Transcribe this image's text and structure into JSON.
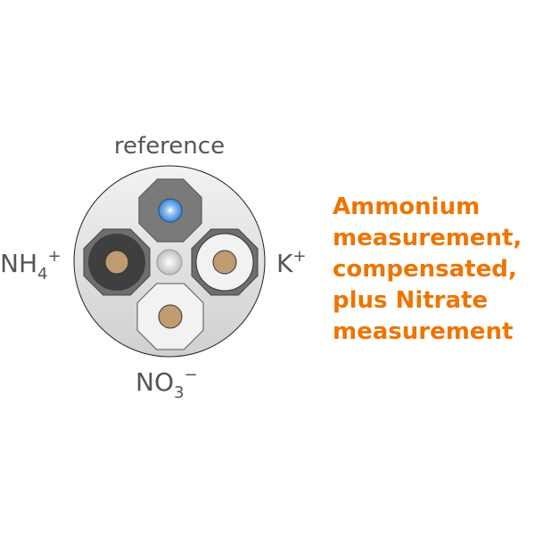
{
  "labels": {
    "reference": "reference",
    "nh4": {
      "base": "NH",
      "sub": "4",
      "sup": "+"
    },
    "k": {
      "base": "K",
      "sup": "+"
    },
    "no3": {
      "base": "NO",
      "sub": "3",
      "sup": "−"
    }
  },
  "description": {
    "lines": [
      "Ammonium",
      "measurement,",
      "compensated,",
      "plus Nitrate",
      "measurement"
    ]
  },
  "colors": {
    "accent": "#ef7400",
    "label": "#555555",
    "copper": "#c09a70",
    "reference_blue": "#4a90d9"
  }
}
